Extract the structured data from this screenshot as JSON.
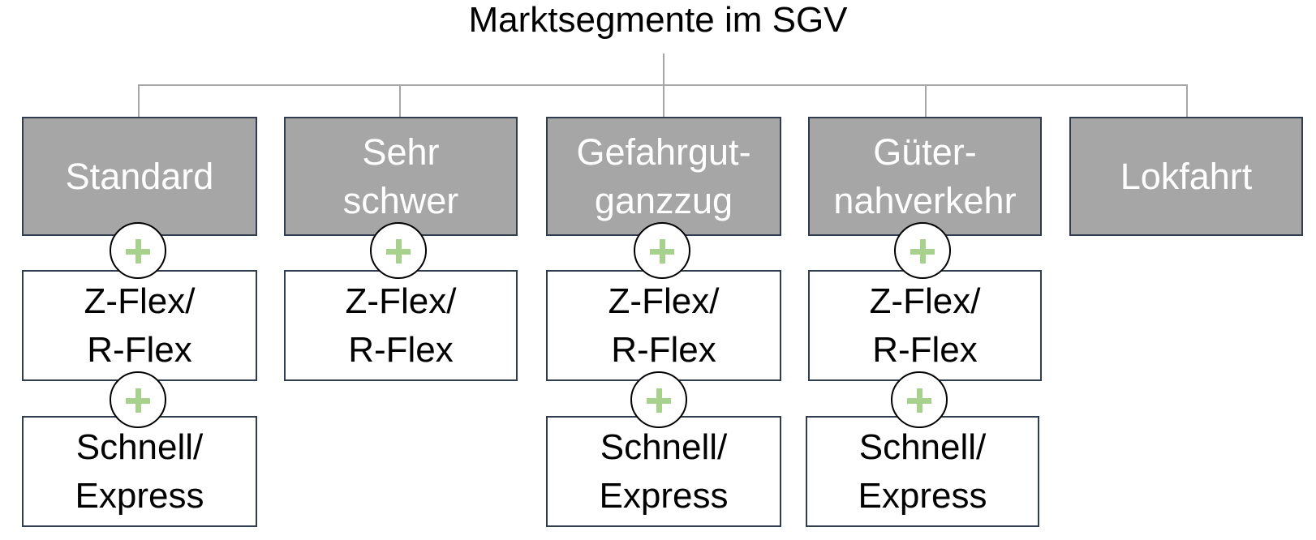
{
  "title": "Marktsegmente im SGV",
  "colors": {
    "head_fill": "#a6a6a6",
    "box_border": "#2f3d4f",
    "connector": "#a6a6a6",
    "plus_sign": "#a9d18e"
  },
  "segments": [
    {
      "label": "Standard",
      "sub1": "Z-Flex/\nR-Flex",
      "sub2": "Schnell/\nExpress"
    },
    {
      "label": "Sehr\nschwer",
      "sub1": "Z-Flex/\nR-Flex"
    },
    {
      "label": "Gefahrgut-\nganzzug",
      "sub1": "Z-Flex/\nR-Flex",
      "sub2": "Schnell/\nExpress"
    },
    {
      "label": "Güter-\nnahverkehr",
      "sub1": "Z-Flex/\nR-Flex",
      "sub2": "Schnell/\nExpress"
    },
    {
      "label": "Lokfahrt"
    }
  ]
}
